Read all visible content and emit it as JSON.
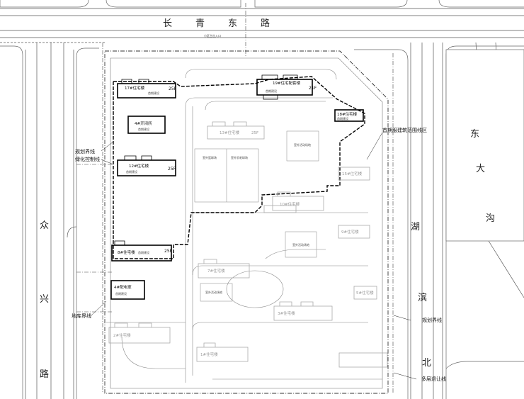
{
  "roads": {
    "north": [
      "长",
      "青",
      "东",
      "路"
    ],
    "west": [
      "众",
      "兴",
      "路"
    ],
    "east_inner": [
      "湖",
      "滨",
      "北"
    ],
    "east_outer": [
      "东",
      "大",
      "沟"
    ]
  },
  "labels": {
    "north_entrance": "小区主出入口",
    "red_line_control": "规划界线",
    "green_line_control": "绿化控制线",
    "first_phase_zone": "首期服建筑范围线区",
    "basement_line": "地库界线",
    "planning_line": "规划界线",
    "multi_storey_line": "多层退让线",
    "sports_court": "室外篮球场",
    "sports_court_2": "室外羽毛球场",
    "activity_area": "室外活动场地",
    "activity_area_2": "室外活动场地",
    "activity_area_3": "室外活动场地"
  },
  "buildings": [
    {
      "name": "17#住宅楼",
      "sub": "首期建设",
      "floors": "25F",
      "active": true
    },
    {
      "name": "19#住宅配套楼",
      "sub": "首期建设",
      "floors": "21F",
      "active": true
    },
    {
      "name": "18#住宅楼",
      "sub": "首期建设",
      "floors": "",
      "active": true
    },
    {
      "name": "4#开闭所",
      "sub": "首期建设",
      "floors": "",
      "active": true
    },
    {
      "name": "12#住宅楼",
      "sub": "首期建设",
      "floors": "25F",
      "active": true
    },
    {
      "name": "8#住宅楼",
      "sub": "首期建设",
      "floors": "25F",
      "active": true
    },
    {
      "name": "4#配电室",
      "sub": "首期建设",
      "floors": "",
      "active": true
    },
    {
      "name": "13#住宅楼",
      "sub": "",
      "floors": "25F",
      "active": false
    },
    {
      "name": "15#住宅楼",
      "sub": "",
      "floors": "",
      "active": false
    },
    {
      "name": "10#住宅楼",
      "sub": "",
      "floors": "",
      "active": false
    },
    {
      "name": "7#住宅楼",
      "sub": "",
      "floors": "",
      "active": false
    },
    {
      "name": "9#住宅楼",
      "sub": "",
      "floors": "",
      "active": false
    },
    {
      "name": "5#住宅楼",
      "sub": "",
      "floors": "",
      "active": false
    },
    {
      "name": "3#住宅楼",
      "sub": "",
      "floors": "",
      "active": false
    },
    {
      "name": "2#住宅楼",
      "sub": "",
      "floors": "",
      "active": false
    },
    {
      "name": "1#住宅楼",
      "sub": "",
      "floors": "",
      "active": false
    }
  ]
}
